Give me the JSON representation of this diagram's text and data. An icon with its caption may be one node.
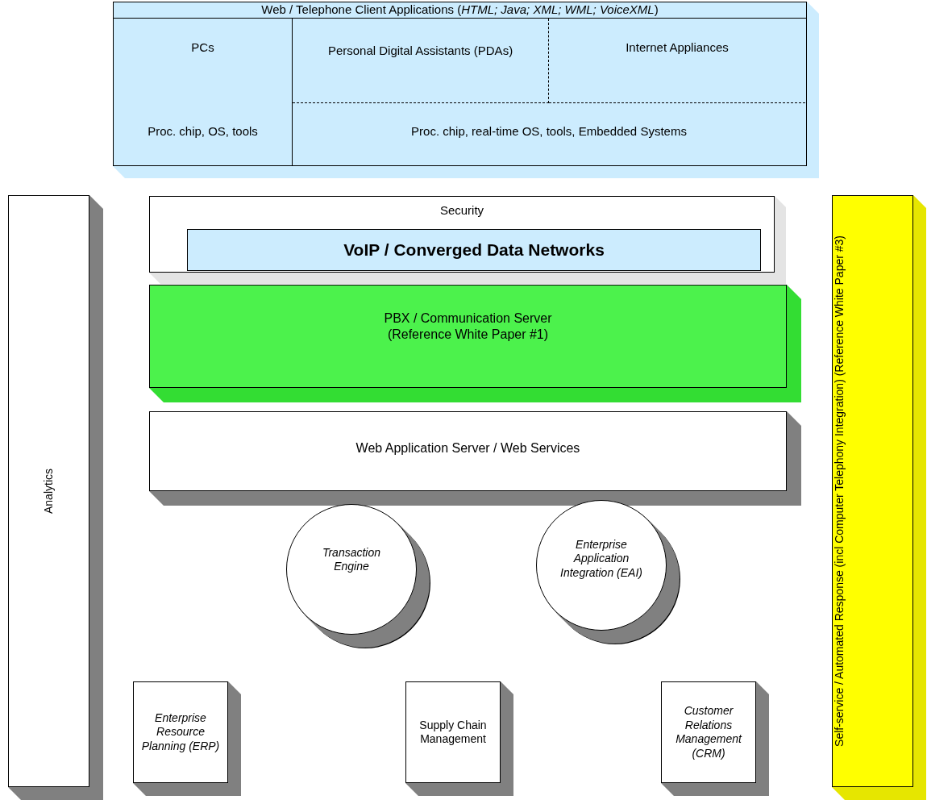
{
  "diagram": {
    "nodes": [
      {
        "text": [
          "Web / Telephone Client Applications (*HTML; Java; XML; WML; VoiceXML*)"
        ]
      },
      {
        "text": [
          "PCs"
        ],
        "in": 0
      },
      {
        "text": [
          "Personal Digital Assistants (PDAs)"
        ],
        "in": 0
      },
      {
        "text": [
          "Internet Appliances"
        ],
        "in": 0
      },
      {
        "text": [
          "Proc. chip, OS, tools"
        ],
        "in": 0
      },
      {
        "text": [
          "Proc. chip, real-time OS, tools, Embedded Systems"
        ],
        "in": 0
      },
      {
        "text": [
          "Analytics"
        ]
      },
      {
        "text": [
          "Security"
        ]
      },
      {
        "text": [
          "VoIP / Converged Data Networks"
        ],
        "in": 7
      },
      {
        "text": [
          "PBX / Communication Server (Reference White Paper #1)"
        ]
      },
      {
        "text": [
          "Web Application Server / Web Services"
        ]
      },
      {
        "text": [
          "Transaction Engine"
        ]
      },
      {
        "text": [
          "Enterprise Application Integration (EAI)"
        ]
      },
      {
        "text": [
          "Enterprise Resource Planning (ERP)"
        ]
      },
      {
        "text": [
          "Supply Chain Management"
        ]
      },
      {
        "text": [
          "Customer Relations Management (CRM)"
        ]
      },
      {
        "text": [
          "Self-service / Automated Response (incl Computer Telephony Integration) (Reference White Paper #3)"
        ]
      }
    ],
    "edges": []
  }
}
